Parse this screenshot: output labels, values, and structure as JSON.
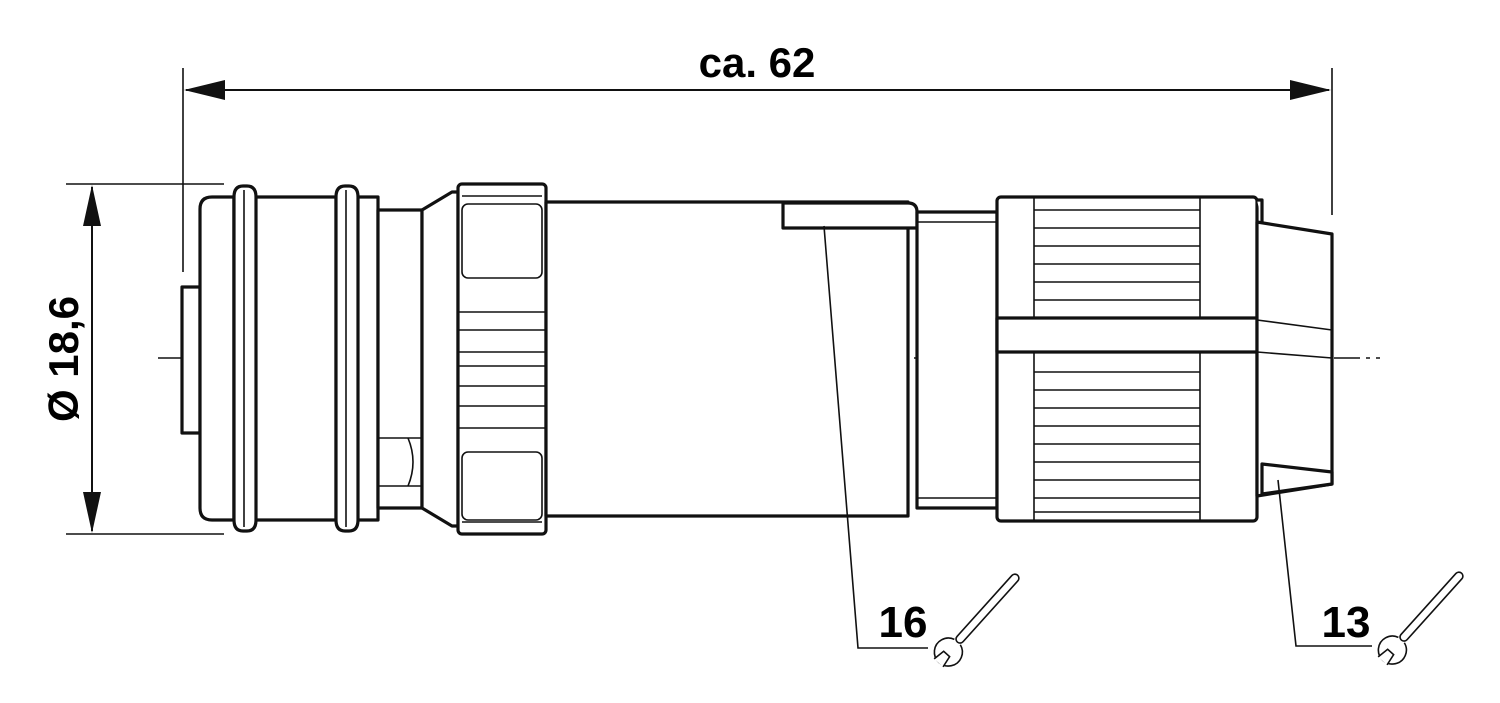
{
  "dimensions": {
    "length_label": "ca. 62",
    "diameter_label": "Ø 18,6"
  },
  "wrench_sizes": {
    "nut_label": "16",
    "cable_gland_label": "13"
  },
  "icons": {
    "wrench_1": "wrench-icon",
    "wrench_2": "wrench-icon"
  },
  "colors": {
    "line": "#111111",
    "background": "#ffffff"
  }
}
